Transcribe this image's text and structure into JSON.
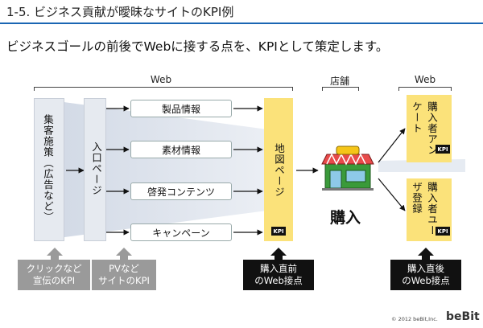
{
  "title": "1-5. ビジネス貢献が曖昧なサイトのKPI例",
  "subtitle": "ビジネスゴールの前後でWebに接する点を、KPIとして策定します。",
  "headers": {
    "web_left": "Web",
    "store": "店舗",
    "web_right": "Web"
  },
  "columns": {
    "acquisition": "集客施策（広告など）",
    "entry": "入口ページ",
    "map": "地図ページ",
    "survey": "購入者アンケート",
    "registration": "購入者ユーザ登録"
  },
  "content_pages": [
    "製品情報",
    "素材情報",
    "啓発コンテンツ",
    "キャンペーン"
  ],
  "kpi_tag": "KPI",
  "purchase": "購入",
  "bottom_labels": {
    "click": [
      "クリックなど",
      "宣伝のKPI"
    ],
    "pv": [
      "PVなど",
      "サイトのKPI"
    ],
    "before": [
      "購入直前",
      "のWeb接点"
    ],
    "after": [
      "購入直後",
      "のWeb接点"
    ]
  },
  "footer": {
    "copyright": "© 2012 beBit,Inc.",
    "brand": "beBit"
  },
  "colors": {
    "accent_blue": "#1a66b3",
    "highlight_yellow": "#fbe27a",
    "gray_label": "#9a9a9a",
    "black_label": "#111111"
  }
}
